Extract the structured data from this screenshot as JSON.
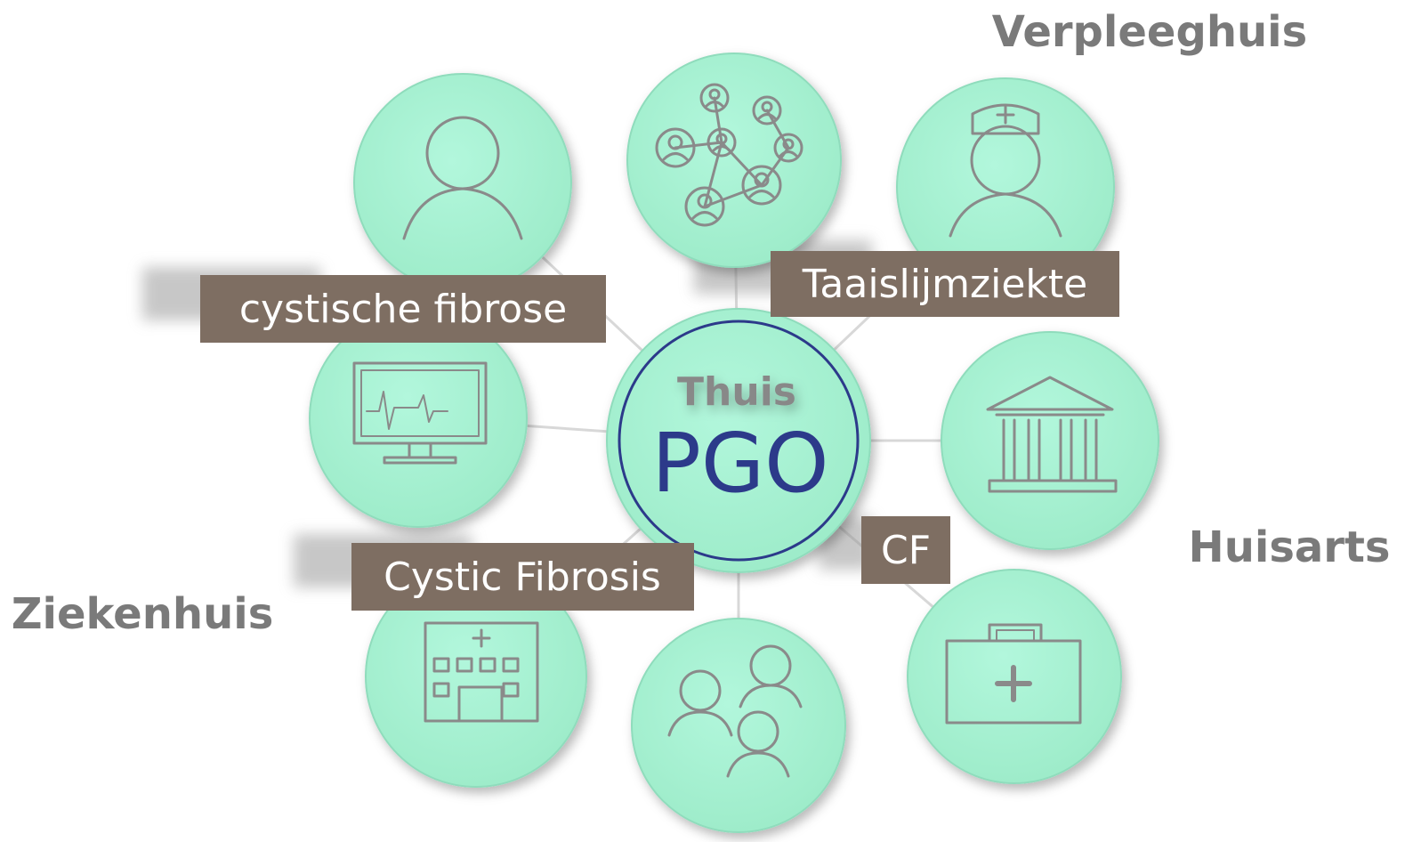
{
  "colors": {
    "circle_fill": "#a8f5d6",
    "circle_edge": "#7fdcb8",
    "icon_stroke": "#8a8a8a",
    "tag_fill": "#7e6e62",
    "tag_text": "#ffffff",
    "place_text": "#7a7a7a",
    "center_ring": "#2c3a8a",
    "center_title": "#2c3a8a"
  },
  "center": {
    "label_top": "Thuis",
    "label_main": "PGO"
  },
  "places": {
    "nursing_home": "Verpleeghuis",
    "gp": "Huisarts",
    "hospital": "Ziekenhuis"
  },
  "tags": {
    "cf_dutch": "cystische fibrose",
    "taai": "Taaislijmziekte",
    "cf_english": "Cystic Fibrosis",
    "cf_short": "CF"
  },
  "nodes": [
    {
      "icon": "person-icon"
    },
    {
      "icon": "network-icon"
    },
    {
      "icon": "nurse-icon"
    },
    {
      "icon": "monitor-heartbeat-icon"
    },
    {
      "icon": "government-building-icon"
    },
    {
      "icon": "hospital-building-icon"
    },
    {
      "icon": "family-group-icon"
    },
    {
      "icon": "medical-kit-icon"
    }
  ]
}
